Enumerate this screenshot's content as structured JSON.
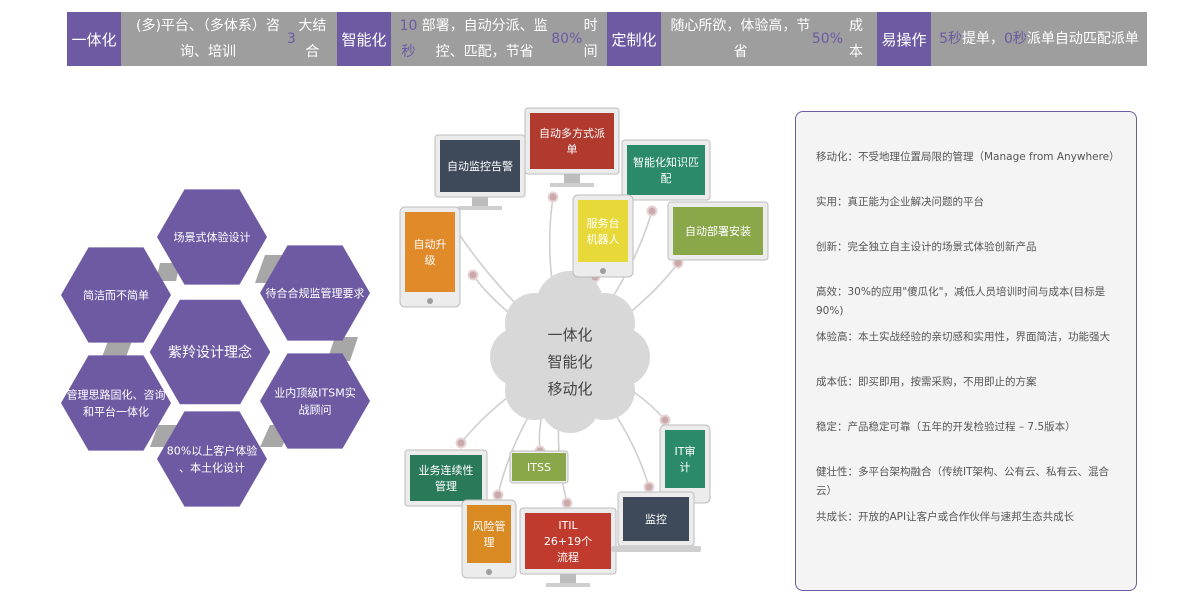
{
  "top_bar": [
    {
      "label": "一体化",
      "desc_parts": [
        {
          "t": "(多)平台、（多体系）咨询、培训"
        },
        {
          "t": "3",
          "hl": true
        },
        {
          "t": "大结合"
        }
      ],
      "label_w": 54,
      "desc_w": 216
    },
    {
      "label": "智能化",
      "desc_parts": [
        {
          "t": "10秒",
          "hl": true
        },
        {
          "t": "部署，自动分派、监控、匹配，节省"
        },
        {
          "t": "80%",
          "hl": true
        },
        {
          "t": "时间"
        }
      ],
      "label_w": 54,
      "desc_w": 216
    },
    {
      "label": "定制化",
      "desc_parts": [
        {
          "t": "随心所欲，体验高，节省"
        },
        {
          "t": "50%",
          "hl": true
        },
        {
          "t": "成本"
        }
      ],
      "label_w": 54,
      "desc_w": 216
    },
    {
      "label": "易操作",
      "desc_parts": [
        {
          "t": "5秒",
          "hl": true
        },
        {
          "t": "提单，"
        },
        {
          "t": "0秒",
          "hl": true
        },
        {
          "t": "派单自动匹配派单"
        }
      ],
      "label_w": 54,
      "desc_w": 216
    }
  ],
  "hex_diagram": {
    "center": "紫羚设计理念",
    "items": [
      "场景式体验设计",
      "待合合规监管理要求",
      "业内顶级ITSM实战顾问",
      "80%以上客户体验、本土化设计",
      "管理思路固化、咨询和平台一体化",
      "简洁而不简单"
    ],
    "colors": {
      "hex": "#6e5aa3",
      "connector": "#a7a7a7"
    }
  },
  "network": {
    "cloud_lines": [
      "一体化",
      "智能化",
      "移动化"
    ],
    "devices": [
      {
        "label": "自动监控告警",
        "color": "#3e4a5a"
      },
      {
        "label": "自动多方式派单",
        "color": "#b03a2e"
      },
      {
        "label": "智能化知识匹配",
        "color": "#2a8a6a"
      },
      {
        "label": "自动升级",
        "color": "#e08a2a"
      },
      {
        "label": "服务台机器人",
        "color": "#e7d93a"
      },
      {
        "label": "自动部署安装",
        "color": "#8aa84a"
      },
      {
        "label": "业务连续性管理",
        "color": "#2a7a5a"
      },
      {
        "label": "ITSS",
        "color": "#8aa84a"
      },
      {
        "label": "IT审计",
        "color": "#2a8a6a"
      },
      {
        "label": "风险管理",
        "color": "#d98a22"
      },
      {
        "label": "ITIL 26+19个流程",
        "color": "#c03a2e"
      },
      {
        "label": "监控",
        "color": "#3e4a5a"
      }
    ]
  },
  "features_panel": [
    "移动化：不受地理位置局限的管理（Manage from Anywhere）",
    "实用：真正能为企业解决问题的平台",
    "创新：完全独立自主设计的场景式体验创新产品",
    "高效：30%的应用\"傻瓜化\"，减低人员培训时间与成本(目标是90%)",
    "体验高：本土实战经验的亲切感和实用性，界面简洁，功能强大",
    "成本低：即买即用，按需采购，不用即止的方案",
    "稳定：产品稳定可靠（五年的开发检验过程 – 7.5版本）",
    "健壮性：多平台架构融合（传统IT架构、公有云、私有云、混合云）",
    "共成长：开放的API让客户或合作伙伴与速邦生态共成长"
  ]
}
